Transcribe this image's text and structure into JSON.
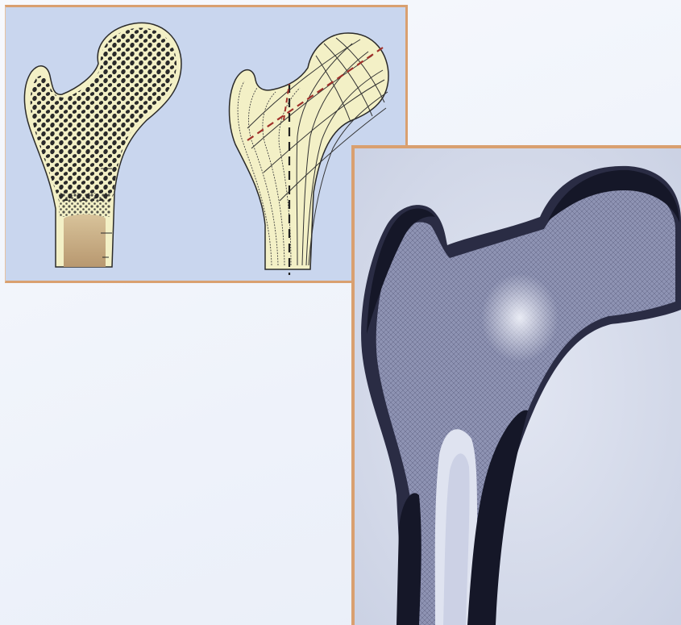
{
  "figure": {
    "panels": [
      {
        "id": "cancellous-bone-drawing",
        "kind": "illustration"
      },
      {
        "id": "trajectory-lines-drawing",
        "kind": "illustration"
      },
      {
        "id": "femur-xray",
        "kind": "radiograph"
      }
    ]
  },
  "colors": {
    "panel_bg": "#c9d6ee",
    "panel_border": "#d9a070",
    "bone_fill": "#f3f0c6",
    "trabecula": "#2a2a2a",
    "marrow": "#c9a878",
    "trajectory_dash": "#a0302a",
    "xray_bone": "#1a1c30",
    "xray_bg": "#d7dcec"
  }
}
